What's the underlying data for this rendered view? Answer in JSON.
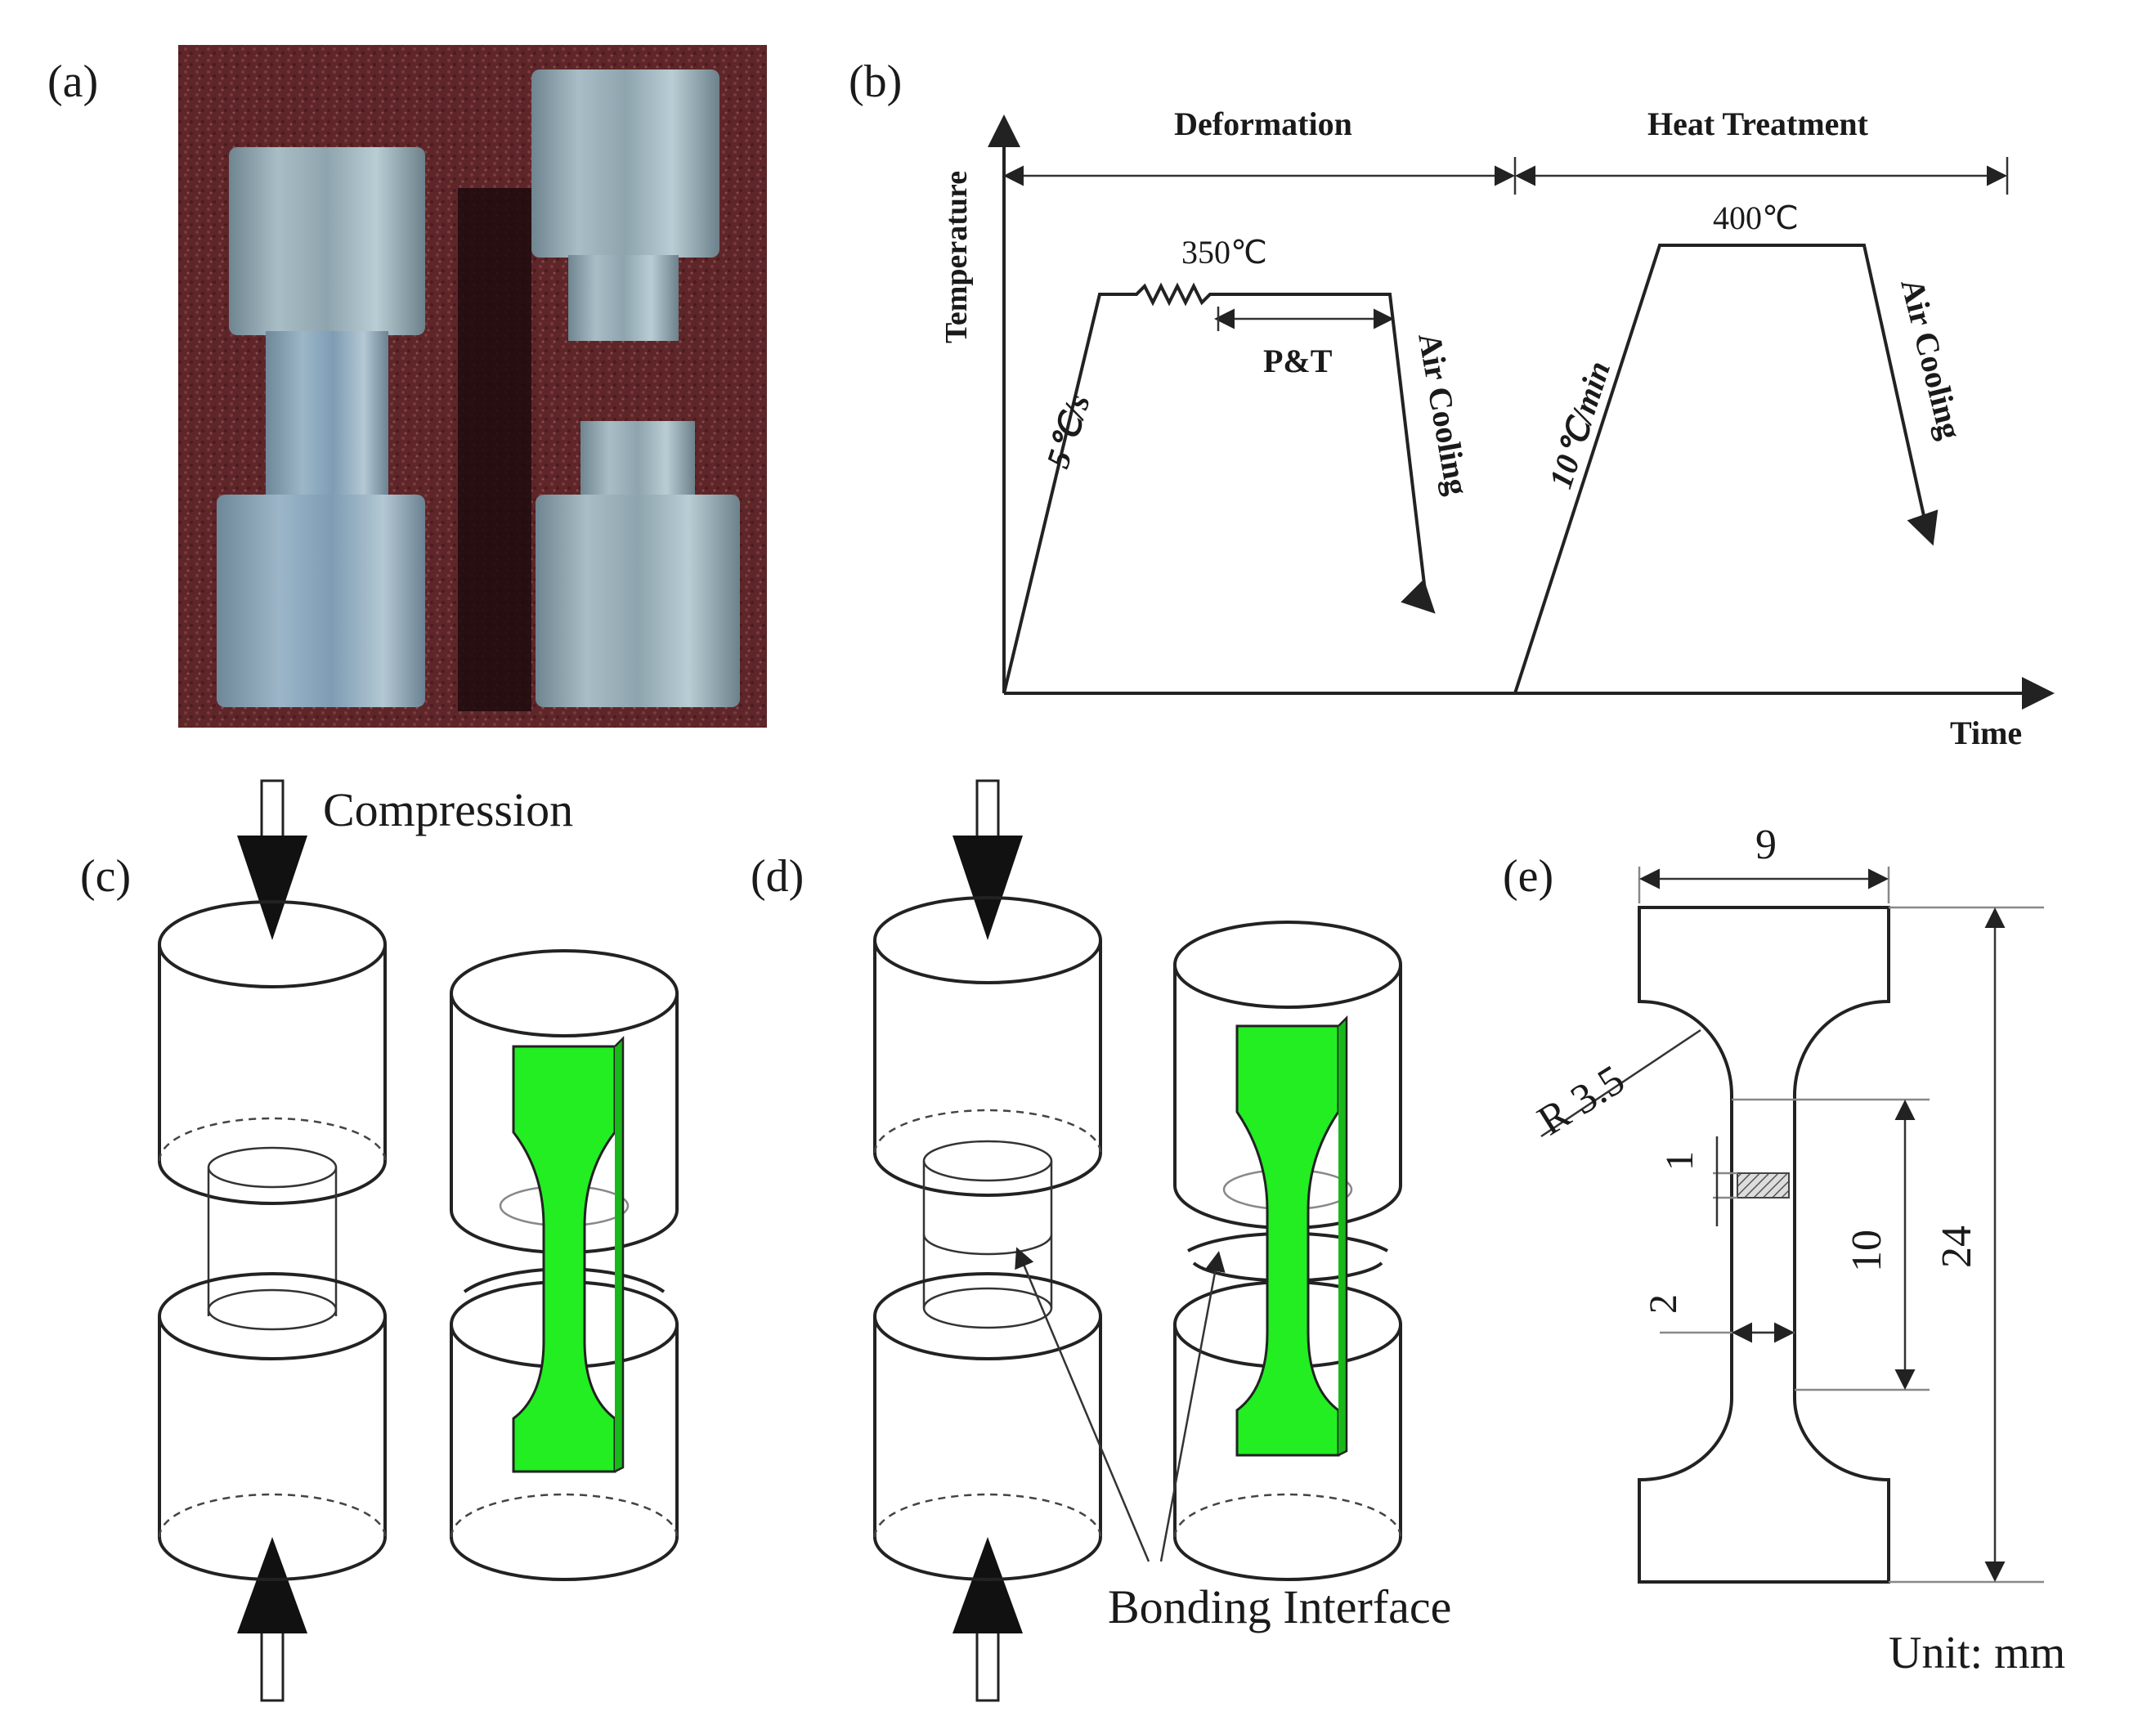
{
  "panels": {
    "a": {
      "label": "(a)"
    },
    "b": {
      "label": "(b)",
      "y_axis_label": "Temperature",
      "x_axis_label": "Time",
      "stage_deformation": "Deformation",
      "stage_heat_treatment": "Heat Treatment",
      "temp_1": "350℃",
      "temp_2": "400℃",
      "rate_1": "5℃/s",
      "rate_2": "10℃/min",
      "hold_label": "P&T",
      "cooling_1": "Air Cooling",
      "cooling_2": "Air Cooling"
    },
    "c": {
      "label": "(c)",
      "compression_label": "Compression"
    },
    "d": {
      "label": "(d)",
      "interface_label": "Bonding Interface"
    },
    "e": {
      "label": "(e)",
      "dim_width": "9",
      "dim_radius": "R 3.5",
      "dim_1": "1",
      "dim_2": "2",
      "dim_gauge": "10",
      "dim_total": "24",
      "unit": "Unit: mm"
    }
  },
  "colors": {
    "specimen_green": "#22ee22",
    "photo_background": "#6b2b2f",
    "metal_blue": "#8fa3ad"
  }
}
